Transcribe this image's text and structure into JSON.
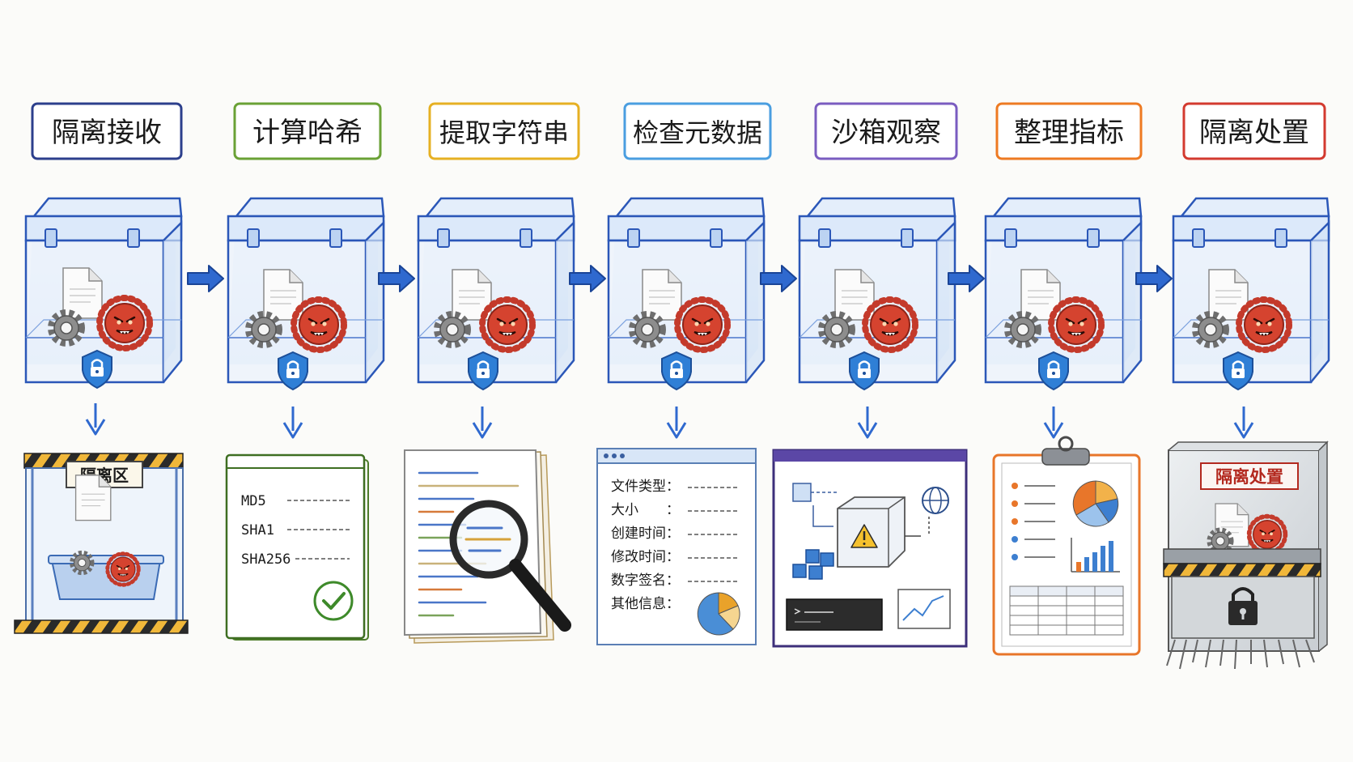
{
  "stages": [
    {
      "label": "隔离接收",
      "color": "#2c3f8c"
    },
    {
      "label": "计算哈希",
      "color": "#6aa135"
    },
    {
      "label": "提取字符串",
      "color": "#e6b023"
    },
    {
      "label": "检查元数据",
      "color": "#4a9ee0"
    },
    {
      "label": "沙箱观察",
      "color": "#7a5cc0"
    },
    {
      "label": "整理指标",
      "color": "#ee7a22"
    },
    {
      "label": "隔离处置",
      "color": "#d33a2f"
    }
  ],
  "cards": {
    "quarantine_zone": {
      "sign": "隔离区"
    },
    "hashes": {
      "rows": [
        "MD5",
        "SHA1",
        "SHA256"
      ]
    },
    "metadata": {
      "rows": [
        "文件类型：",
        "大小　　：",
        "创建时间：",
        "修改时间：",
        "数字签名：",
        "其他信息："
      ]
    },
    "disposal": {
      "sign": "隔离处置"
    }
  },
  "icons": {
    "container": "glass-container-icon",
    "file": "document-icon",
    "gear": "gear-icon",
    "virus": "virus-icon",
    "shield": "shield-lock-icon",
    "magnifier": "magnifier-icon",
    "check": "check-icon",
    "globe": "globe-icon",
    "warning": "warning-icon",
    "pie": "pie-chart-icon",
    "bars": "bar-chart-icon",
    "lock": "padlock-icon"
  }
}
